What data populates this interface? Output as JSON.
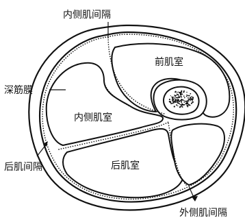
{
  "labels": {
    "medial_septum": "内侧肌间隔",
    "deep_fascia": "深筋膜",
    "posterior_septum": "后肌间隔",
    "lateral_septum": "外侧肌间隔",
    "anterior_compartment": "前肌室",
    "medial_compartment": "内侧肌室",
    "posterior_compartment": "后肌室"
  }
}
